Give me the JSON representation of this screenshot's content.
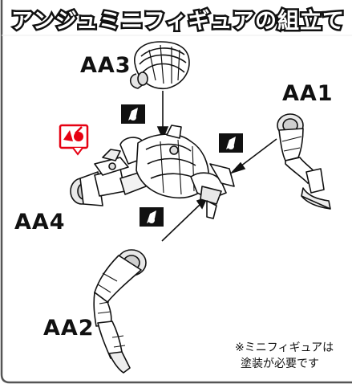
{
  "title": "アンジュミニフィギュアの組立て",
  "parts": {
    "aa1": "AA1",
    "aa2": "AA2",
    "aa3": "AA3",
    "aa4": "AA4"
  },
  "note": {
    "line1": "※ミニフィギュアは",
    "line2": "塗装が必要です"
  },
  "icons": [
    "glue-icon",
    "no-glue-icon"
  ],
  "colors": {
    "accent_red": "#e60012",
    "ink": "#111111",
    "frame": "#555555"
  }
}
